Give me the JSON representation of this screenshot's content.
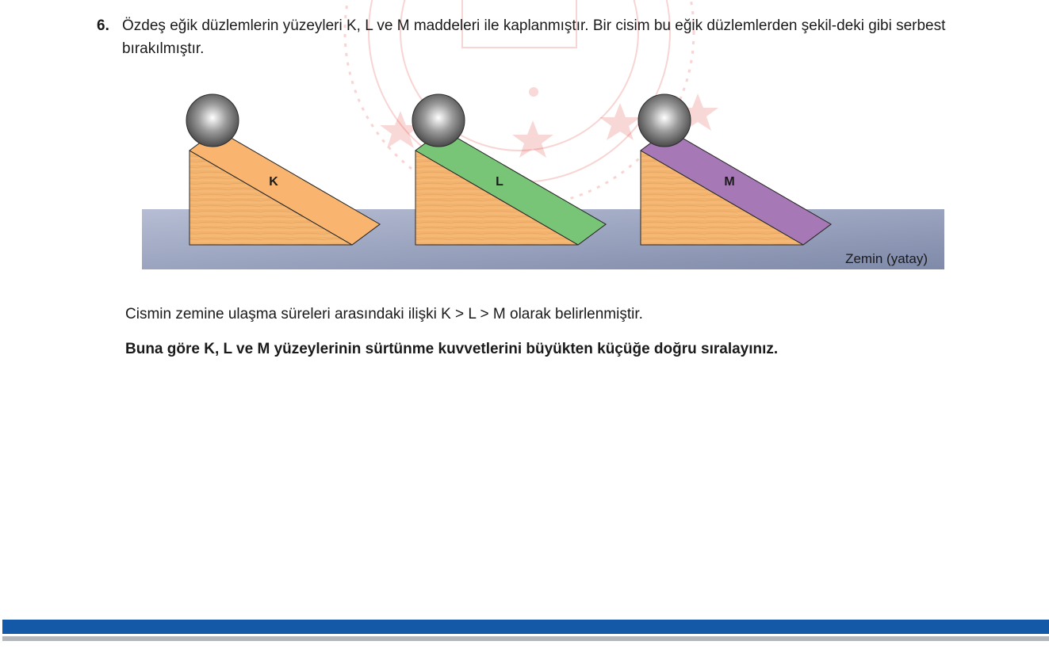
{
  "question": {
    "number": "6.",
    "text": "Özdeş eğik düzlemlerin yüzeyleri K, L ve M maddeleri ile kaplanmıştır. Bir cisim bu eğik düzlemlerden şekil-deki gibi serbest bırakılmıştır."
  },
  "figure": {
    "ground_label": "Zemin (yatay)",
    "inclines": [
      {
        "label": "K",
        "color": "#f9b46f"
      },
      {
        "label": "L",
        "color": "#79c577"
      },
      {
        "label": "M",
        "color": "#a778b6"
      }
    ],
    "colors": {
      "wood": "#f5b56d",
      "ground": "#9aa3c0",
      "ball": "#8a8a8a"
    }
  },
  "relation_text": "Cismin zemine ulaşma süreleri arasındaki ilişki K > L > M olarak belirlenmiştir.",
  "task_text": "Buna göre K, L ve M yüzeylerinin sürtünme kuvvetlerini büyükten küçüğe doğru sıralayınız.",
  "footer": {
    "colors": {
      "primary": "#1459a8",
      "secondary": "#b3b6ba"
    }
  }
}
